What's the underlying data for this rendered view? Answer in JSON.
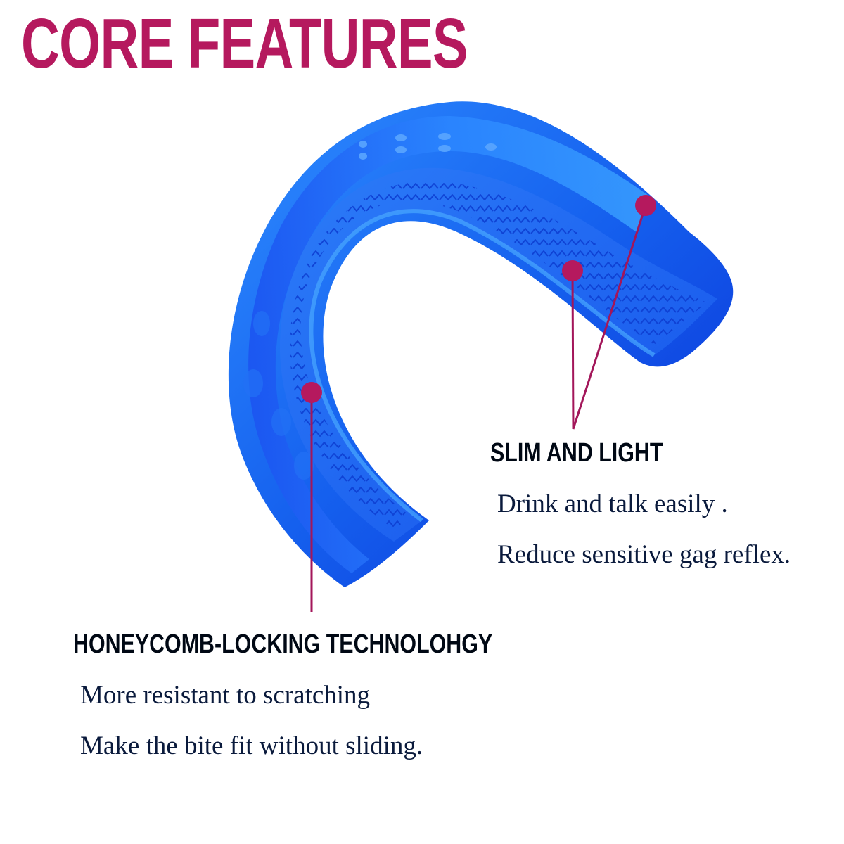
{
  "title": "CORE FEATURES",
  "colors": {
    "accent": "#b5195e",
    "product_blue": "#1a6ef0",
    "product_dark": "#0b2fd8",
    "heading_text": "#000814",
    "body_text": "#0a1a3c"
  },
  "product_image": "blue-mouthguard",
  "features": {
    "slim": {
      "heading": "SLIM AND LIGHT",
      "lines": [
        "Drink and talk easily .",
        "Reduce sensitive gag reflex."
      ]
    },
    "honeycomb": {
      "heading": "HONEYCOMB-LOCKING TECHNOLOHGY",
      "lines": [
        "More resistant to scratching",
        "Make the bite fit without sliding."
      ]
    }
  }
}
